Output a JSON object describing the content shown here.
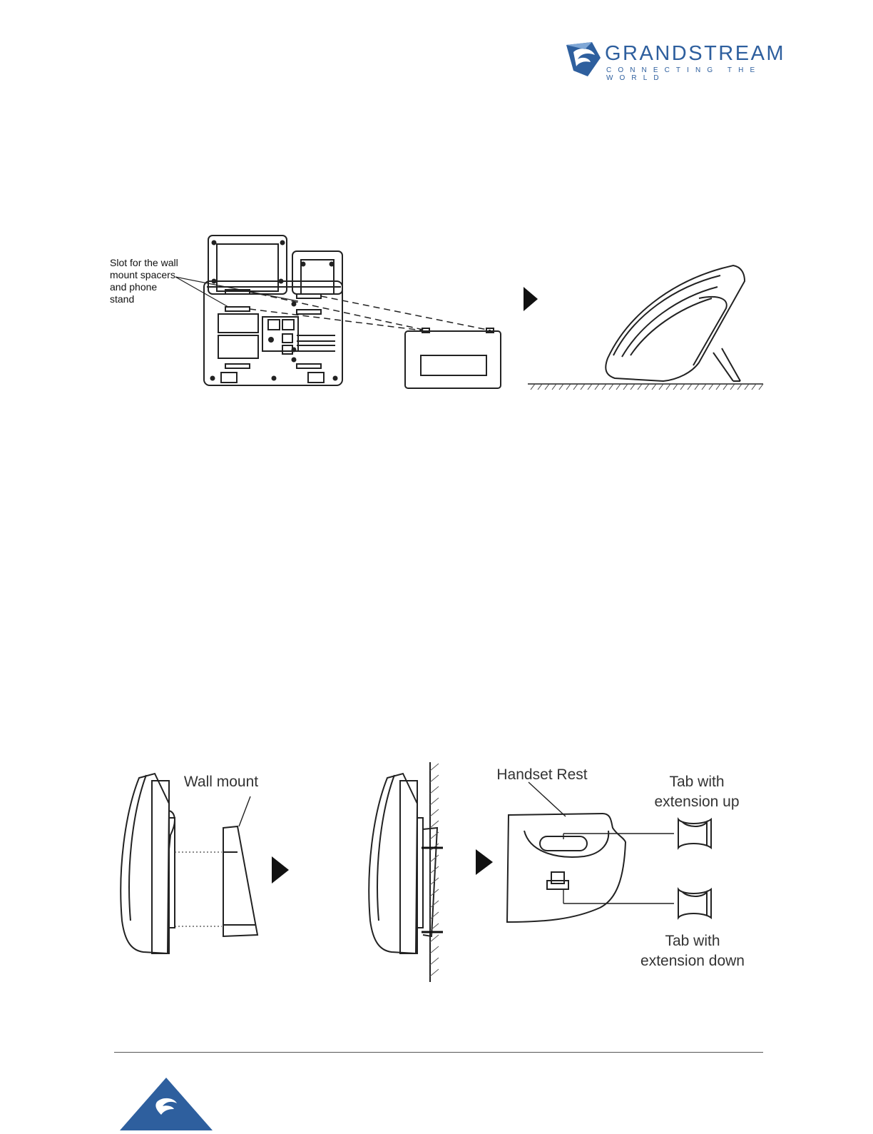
{
  "header": {
    "brand_name": "GRANDSTREAM",
    "brand_tagline": "CONNECTING THE WORLD",
    "brand_color": "#2e5f9e"
  },
  "figure_stand": {
    "callout": [
      "Slot for the wall",
      "mount spacers",
      "and phone",
      "stand"
    ]
  },
  "figure_wall": {
    "wall_mount_label": "Wall mount",
    "handset_rest_label": "Handset Rest",
    "tab_up_label": [
      "Tab with",
      "extension up"
    ],
    "tab_down_label": [
      "Tab with",
      "extension down"
    ]
  },
  "footer": {
    "icon": "grandstream-logo-icon",
    "accent": "#2e5f9e"
  }
}
